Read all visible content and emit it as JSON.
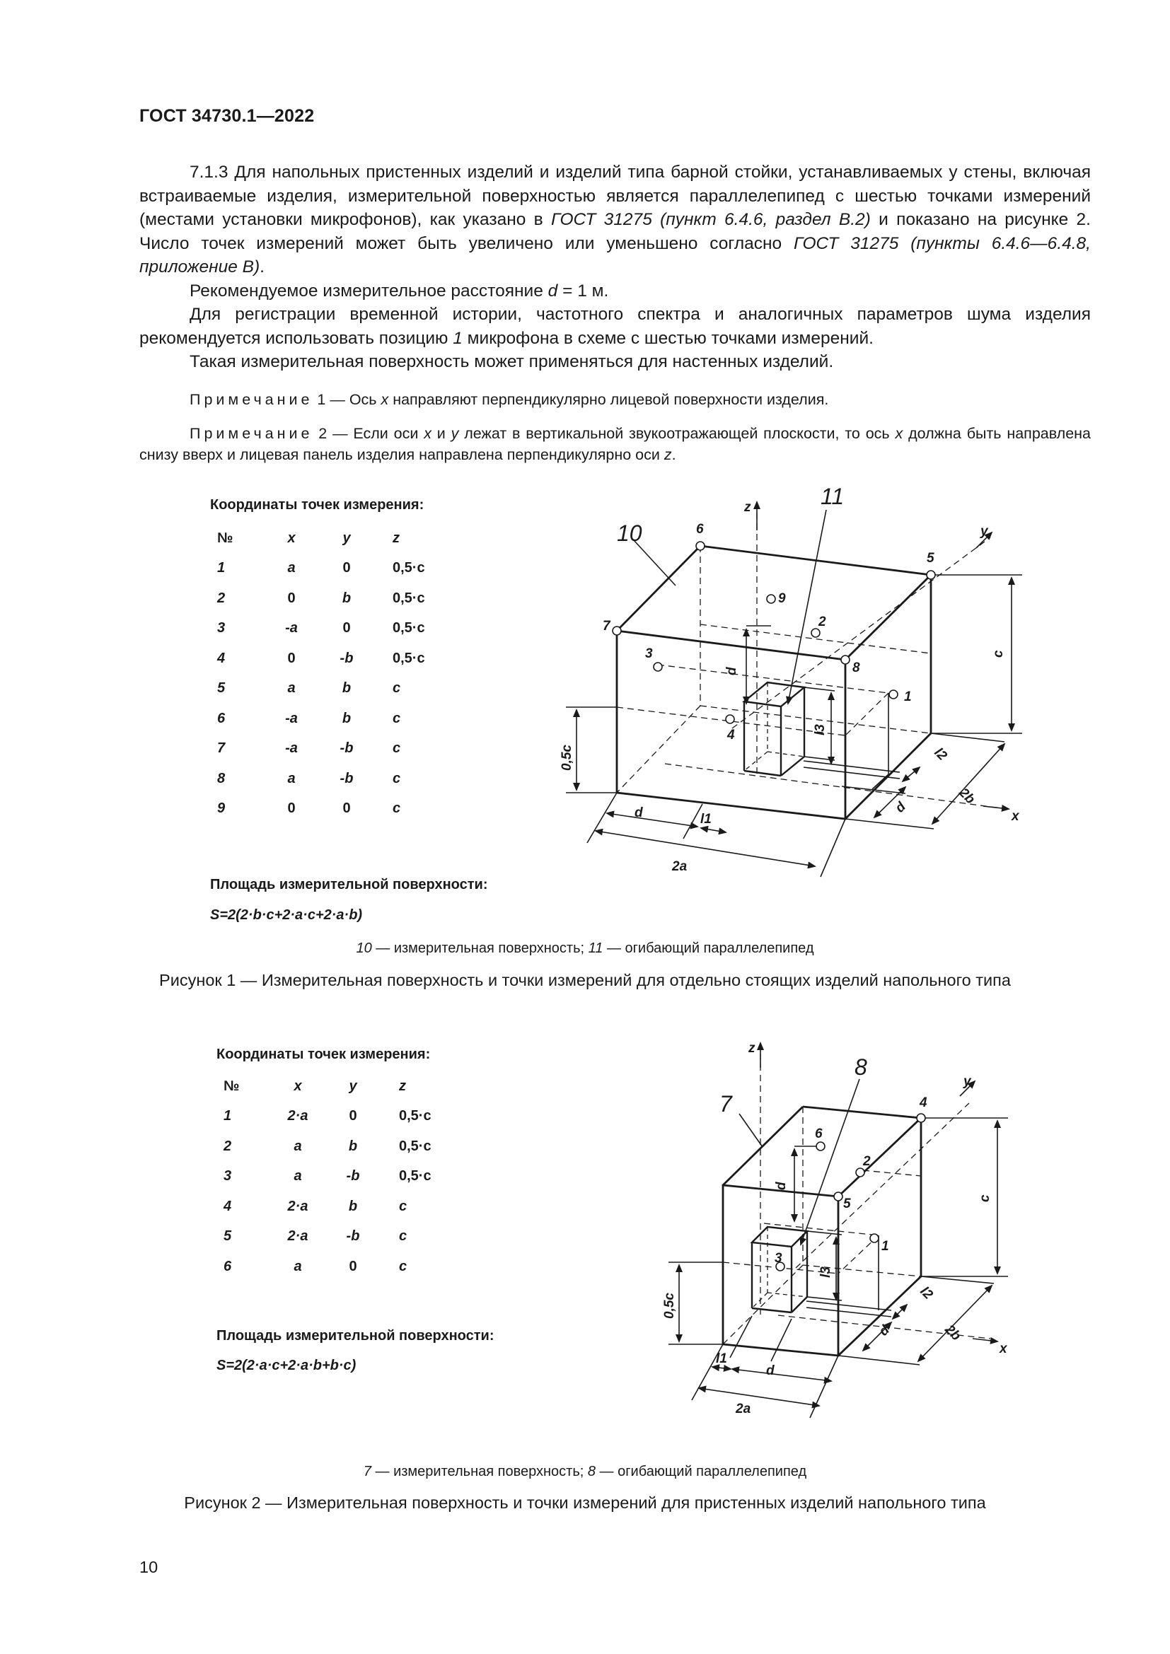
{
  "header": "ГОСТ 34730.1—2022",
  "body": {
    "p1_a": "7.1.3 Для напольных пристенных изделий и изделий типа барной стойки, устанавливаемых у стены, включая встраиваемые изделия, измерительной поверхностью является параллелепипед с шестью точками измерений (местами установки микрофонов), как указано в ",
    "p1_ref1": "ГОСТ 31275 (пункт 6.4.6, раздел В.2)",
    "p1_b": " и показано на рисунке 2. Число точек измерений может быть увеличено или уменьшено согласно ",
    "p1_ref2": "ГОСТ 31275 (пункты 6.4.6—6.4.8, приложение В)",
    "p1_c": ".",
    "p2_a": "Рекомендуемое измерительное расстояние ",
    "p2_var": "d",
    "p2_b": " = 1 м.",
    "p3_a": "Для регистрации временной истории, частотного спектра и аналогичных параметров шума изделия рекомендуется использовать позицию ",
    "p3_var": "1",
    "p3_b": " микрофона в схеме с шестью точками измерений.",
    "p4": "Такая измерительная поверхность может применяться для настенных изделий."
  },
  "notes": {
    "n1_label": "Примечание",
    "n1_a": " 1 — Ось ",
    "n1_x": "x",
    "n1_b": " направляют перпендикулярно лицевой поверхности изделия.",
    "n2_label": "Примечание",
    "n2_a": " 2 — Если оси ",
    "n2_x": "x",
    "n2_and": " и ",
    "n2_y": "y",
    "n2_b": " лежат в вертикальной звукоотражающей плоскости, то ось ",
    "n2_x2": "x",
    "n2_c": " должна быть направлена снизу вверх и лицевая панель изделия направлена перпендикулярно оси ",
    "n2_z": "z",
    "n2_d": "."
  },
  "fig1": {
    "coords_title": "Координаты точек измерения:",
    "headers": [
      "№",
      "x",
      "y",
      "z"
    ],
    "rows": [
      [
        "1",
        "a",
        "0",
        "0,5·c"
      ],
      [
        "2",
        "0",
        "b",
        "0,5·c"
      ],
      [
        "3",
        "-a",
        "0",
        "0,5·c"
      ],
      [
        "4",
        "0",
        "-b",
        "0,5·c"
      ],
      [
        "5",
        "a",
        "b",
        "c"
      ],
      [
        "6",
        "-a",
        "b",
        "c"
      ],
      [
        "7",
        "-a",
        "-b",
        "c"
      ],
      [
        "8",
        "a",
        "-b",
        "c"
      ],
      [
        "9",
        "0",
        "0",
        "c"
      ]
    ],
    "area_title": "Площадь измерительной поверхности:",
    "formula": "S=2(2·b·c+2·a·c+2·a·b)",
    "legend_10": "10",
    "legend_10_text": " — измерительная поверхность; ",
    "legend_11": "11",
    "legend_11_text": " — огибающий параллелепипед",
    "caption": "Рисунок 1 — Измерительная поверхность и точки измерений для отдельно стоящих изделий напольного типа",
    "diagram": {
      "points": [
        "1",
        "2",
        "3",
        "4",
        "5",
        "6",
        "7",
        "8",
        "9"
      ],
      "callouts": [
        "10",
        "11"
      ],
      "axes": [
        "x",
        "y",
        "z"
      ],
      "dims": [
        "c",
        "0,5c",
        "d",
        "2a",
        "2b",
        "d",
        "l1",
        "l2",
        "l3",
        "d"
      ]
    }
  },
  "fig2": {
    "coords_title": "Координаты точек измерения:",
    "headers": [
      "№",
      "x",
      "y",
      "z"
    ],
    "rows": [
      [
        "1",
        "2·a",
        "0",
        "0,5·c"
      ],
      [
        "2",
        "a",
        "b",
        "0,5·c"
      ],
      [
        "3",
        "a",
        "-b",
        "0,5·c"
      ],
      [
        "4",
        "2·a",
        "b",
        "c"
      ],
      [
        "5",
        "2·a",
        "-b",
        "c"
      ],
      [
        "6",
        "a",
        "0",
        "c"
      ]
    ],
    "area_title": "Площадь измерительной поверхности:",
    "formula": "S=2(2·a·c+2·a·b+b·c)",
    "legend_7": "7",
    "legend_7_text": " — измерительная поверхность; ",
    "legend_8": "8",
    "legend_8_text": " — огибающий параллелепипед",
    "caption": "Рисунок 2 — Измерительная поверхность и точки измерений для пристенных изделий напольного типа",
    "diagram": {
      "points": [
        "1",
        "2",
        "3",
        "4",
        "5",
        "6"
      ],
      "callouts": [
        "7",
        "8"
      ],
      "axes": [
        "x",
        "y",
        "z"
      ],
      "dims": [
        "c",
        "0,5c",
        "d",
        "2a",
        "2b",
        "d",
        "l1",
        "l2",
        "l3"
      ]
    }
  },
  "page_number": "10"
}
